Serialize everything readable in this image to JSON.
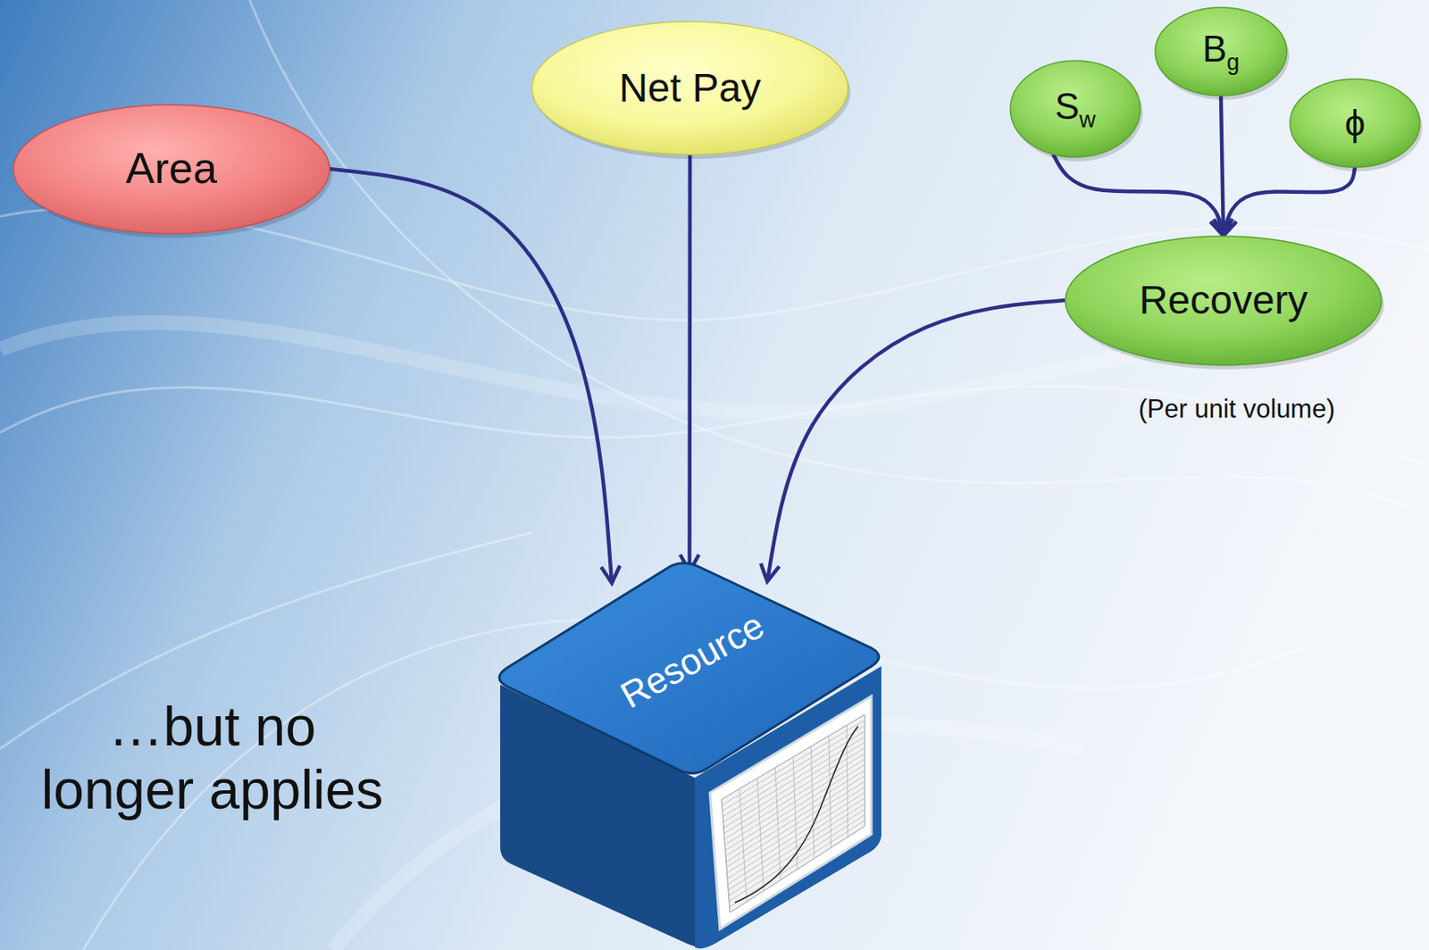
{
  "diagram": {
    "nodes": [
      {
        "text": [
          "Area"
        ]
      },
      {
        "text": [
          "Net Pay"
        ]
      },
      {
        "text": [
          "Sw"
        ]
      },
      {
        "text": [
          "Bg"
        ]
      },
      {
        "text": [
          "ϕ"
        ]
      },
      {
        "text": [
          "Recovery"
        ]
      },
      {
        "text": [
          "Resource"
        ]
      }
    ],
    "edges": [
      {
        "from": 0,
        "to": 6,
        "arrow": "to"
      },
      {
        "from": 1,
        "to": 6,
        "arrow": "to"
      },
      {
        "from": 5,
        "to": 6,
        "arrow": "to"
      },
      {
        "from": 2,
        "to": 5,
        "arrow": "to"
      },
      {
        "from": 3,
        "to": 5,
        "arrow": "to"
      },
      {
        "from": 4,
        "to": 5,
        "arrow": "to"
      }
    ],
    "labels": [
      "(Per unit volume)",
      "…but no longer applies"
    ]
  }
}
